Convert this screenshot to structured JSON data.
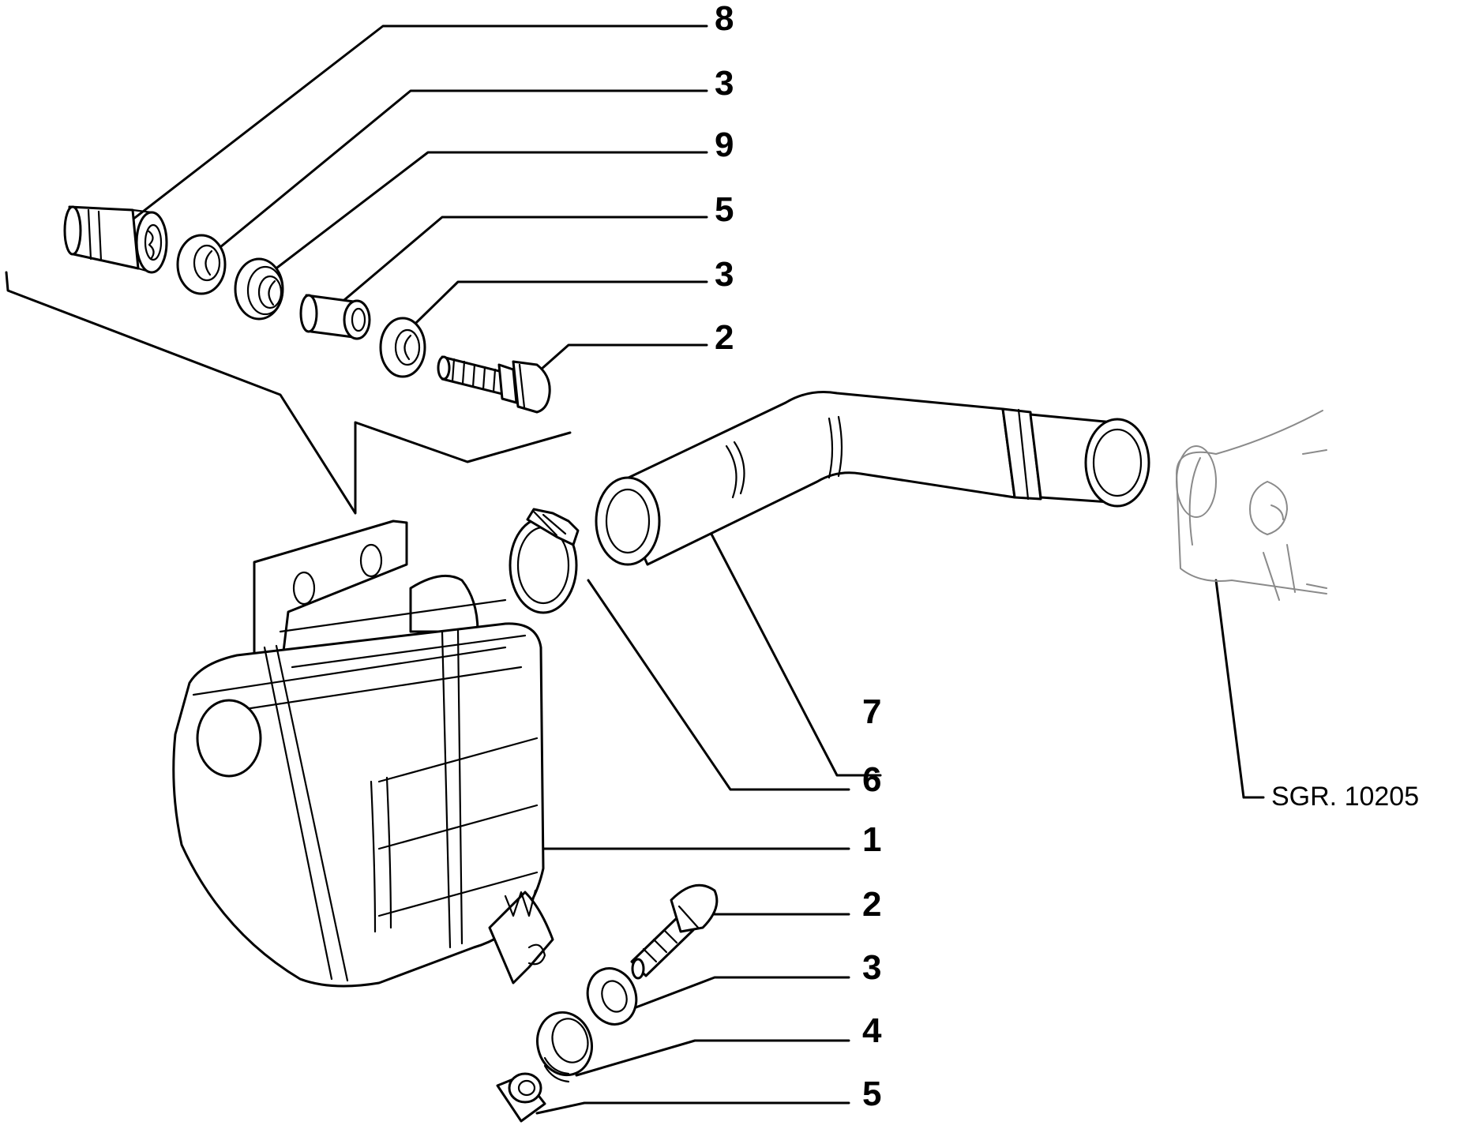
{
  "callouts": [
    {
      "id": "c8a",
      "label": "8"
    },
    {
      "id": "c3a",
      "label": "3"
    },
    {
      "id": "c9",
      "label": "9"
    },
    {
      "id": "c5a",
      "label": "5"
    },
    {
      "id": "c3b",
      "label": "3"
    },
    {
      "id": "c2a",
      "label": "2"
    },
    {
      "id": "c7",
      "label": "7"
    },
    {
      "id": "c6",
      "label": "6"
    },
    {
      "id": "c1",
      "label": "1"
    },
    {
      "id": "c2b",
      "label": "2"
    },
    {
      "id": "c3c",
      "label": "3"
    },
    {
      "id": "c4",
      "label": "4"
    },
    {
      "id": "c5b",
      "label": "5"
    }
  ],
  "reference": {
    "label": "SGR. 10205"
  }
}
